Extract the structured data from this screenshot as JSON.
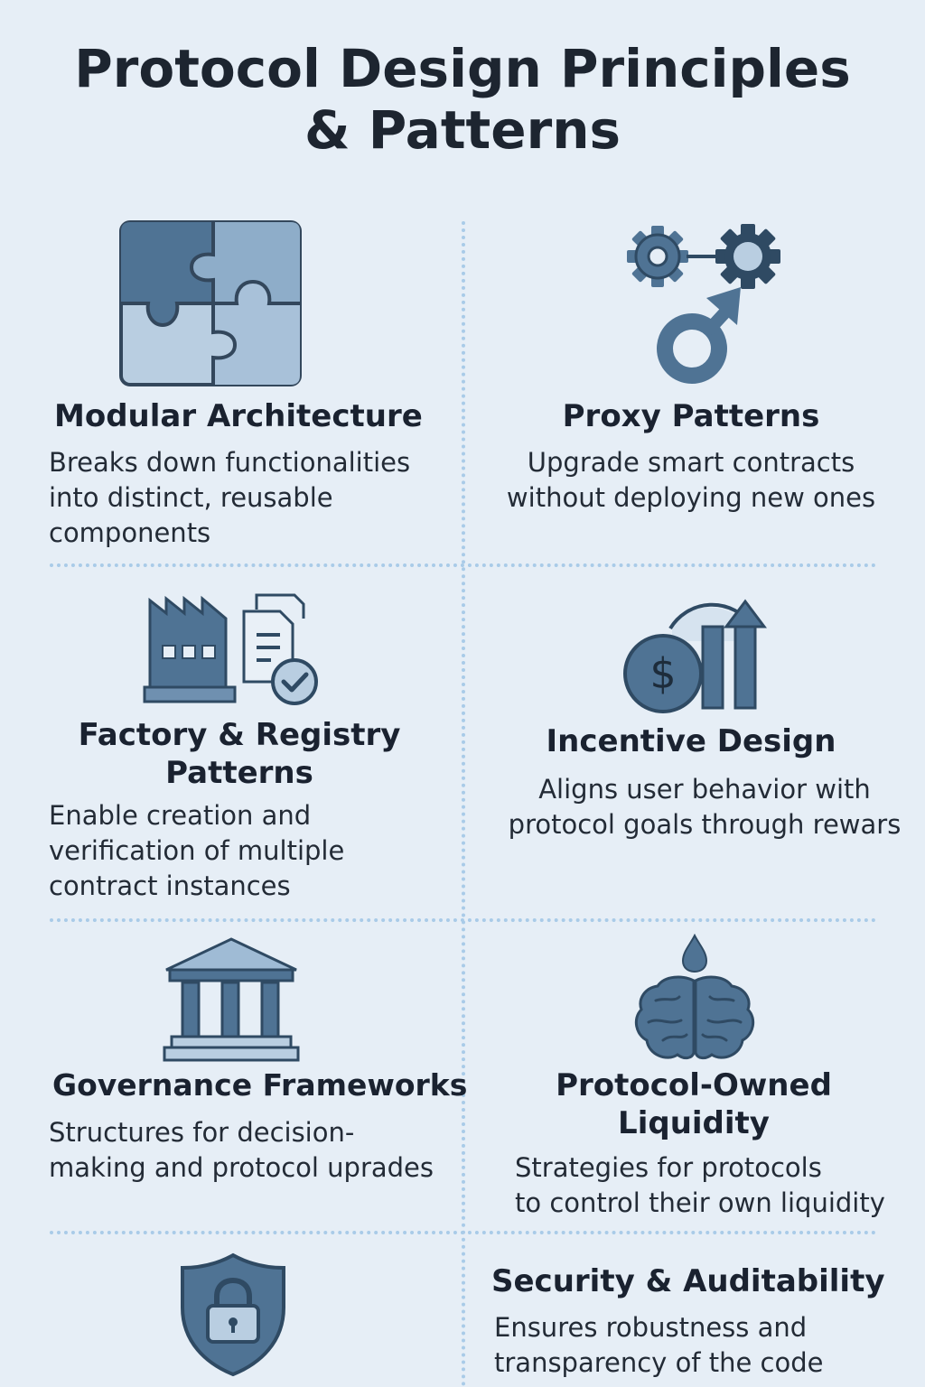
{
  "title": {
    "line1": "Protocol Design Principles",
    "line2": "& Patterns"
  },
  "items": [
    {
      "heading": "Modular Architecture",
      "description": "Breaks down functionalities into distinct, reusable components",
      "icon": "puzzle-icon"
    },
    {
      "heading": "Proxy Patterns",
      "description": "Upgrade smart contracts without deploying new ones",
      "icon": "gears-arrow-icon"
    },
    {
      "heading_line1": "Factory & Registry",
      "heading_line2": "Patterns",
      "description": "Enable creation and verification of multiple contract instances",
      "icon": "factory-document-icon"
    },
    {
      "heading": "Incentive Design",
      "description_line1": "Aligns user behavior with",
      "description_line2": "protocol goals through rewars",
      "icon": "coin-growth-icon"
    },
    {
      "heading": "Governance Frameworks",
      "description_line1": "Structures for decision-",
      "description_line2": "making and protocol uprades",
      "icon": "bank-columns-icon"
    },
    {
      "heading_line1": "Protocol-Owned",
      "heading_line2": "Liquidity",
      "description_line1": "Strategies for protocols",
      "description_line2": "to control their own liquidity",
      "icon": "brain-droplet-icon"
    },
    {
      "heading": "Security & Auditability",
      "description_line1": "Ensures robustness and",
      "description_line2": "transparency of the code",
      "icon": "shield-lock-icon"
    }
  ],
  "colors": {
    "background": "#e6eef6",
    "icon_dark": "#4f7394",
    "icon_mid": "#7d9fbd",
    "icon_light": "#b9cee1",
    "divider": "#a9cbe8"
  }
}
